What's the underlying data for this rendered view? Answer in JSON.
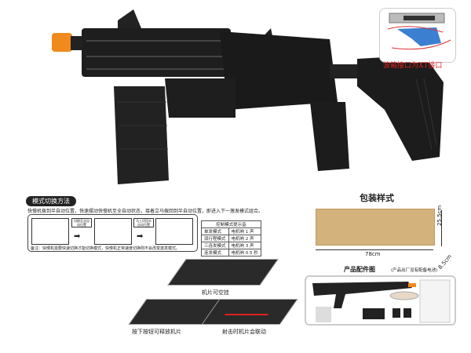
{
  "gearbox_inset": {
    "caption": "波箱接口为XT接口"
  },
  "mode_switch": {
    "title": "模式切换方法",
    "instruction": "快慢机拨到半自动位置，快速摆动快慢机至全自动状态，接着立马拨回到半自动位置，即进入下一激发模式组合。",
    "step1_label": "切换至全自动位置",
    "step2_label": "马上切回半自动位置",
    "note": "备注：快慢机需要快速切换才能切换模式，快慢机正常速度切换则不会改变激发模式。",
    "table": {
      "header": "控制模式提示音",
      "rows": [
        [
          "单发模式",
          "电机响 1 声"
        ],
        [
          "双行程模式",
          "电机响 2 声"
        ],
        [
          "三连发模式",
          "电机响 3 声"
        ],
        [
          "连发模式",
          "电机响 0.5 秒"
        ]
      ]
    }
  },
  "package": {
    "title": "包装样式",
    "length": "78cm",
    "height": "25.5cm",
    "depth": "8.5cm"
  },
  "accessories": {
    "title": "产品配件图",
    "note": "(产品出厂没有配备电池)"
  },
  "closeups": {
    "c1": "机片可空挂",
    "c2": "按下按钮可释放机片",
    "c3": "射击时机片会联动"
  },
  "colors": {
    "muzzle": "#f08a1c",
    "gun": "#1e1e1e",
    "box": "#d4b27c",
    "accent_red": "#d22222"
  }
}
